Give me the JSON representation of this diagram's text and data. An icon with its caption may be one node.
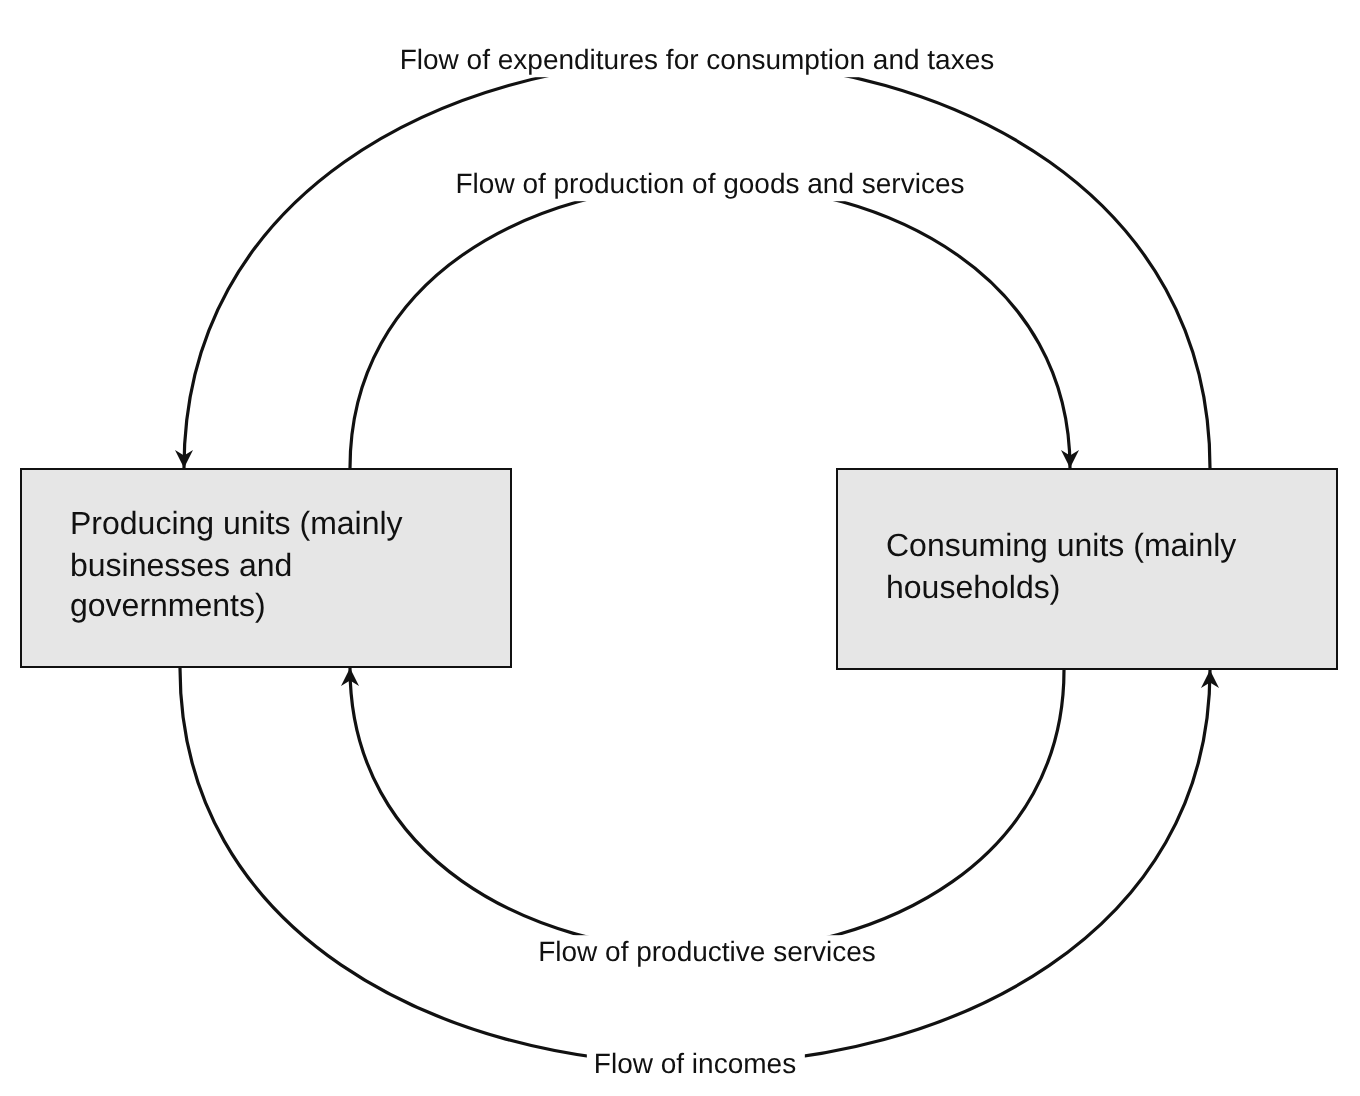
{
  "diagram": {
    "nodes": [
      {
        "text": [
          "Producing units (mainly businesses and governments)"
        ]
      },
      {
        "text": [
          "Consuming units (mainly households)"
        ]
      }
    ],
    "edges": [
      {
        "from": 1,
        "to": 0,
        "arrow": "to",
        "label": "Flow of expenditures for consumption and taxes"
      },
      {
        "from": 0,
        "to": 1,
        "arrow": "to",
        "label": "Flow of production of goods and services"
      },
      {
        "from": 1,
        "to": 0,
        "arrow": "to",
        "label": "Flow of productive services"
      },
      {
        "from": 0,
        "to": 1,
        "arrow": "to",
        "label": "Flow of incomes"
      }
    ]
  }
}
